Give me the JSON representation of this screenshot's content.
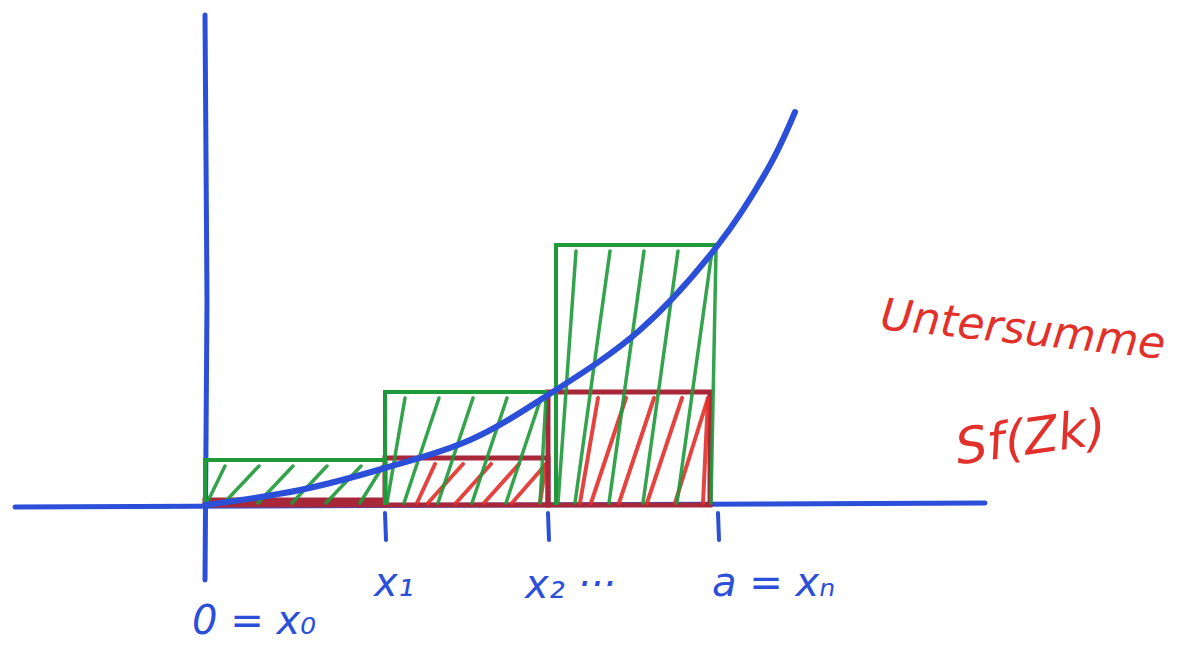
{
  "diagram": {
    "labels": [
      "0 = x₀",
      "x₁",
      "x₂ ···",
      "a = xₙ",
      "Untersumme",
      "Sf(Zk)"
    ]
  }
}
